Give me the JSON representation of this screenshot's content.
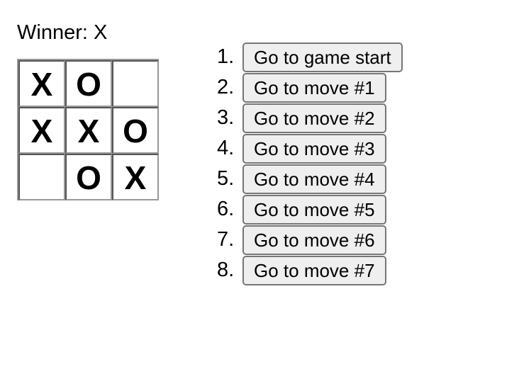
{
  "status": {
    "text": "Winner: X"
  },
  "board": {
    "squares": [
      "X",
      "O",
      "",
      "X",
      "X",
      "O",
      "",
      "O",
      "X"
    ]
  },
  "moves": [
    {
      "number": "1.",
      "label": "Go to game start"
    },
    {
      "number": "2.",
      "label": "Go to move #1"
    },
    {
      "number": "3.",
      "label": "Go to move #2"
    },
    {
      "number": "4.",
      "label": "Go to move #3"
    },
    {
      "number": "5.",
      "label": "Go to move #4"
    },
    {
      "number": "6.",
      "label": "Go to move #5"
    },
    {
      "number": "7.",
      "label": "Go to move #6"
    },
    {
      "number": "8.",
      "label": "Go to move #7"
    }
  ]
}
